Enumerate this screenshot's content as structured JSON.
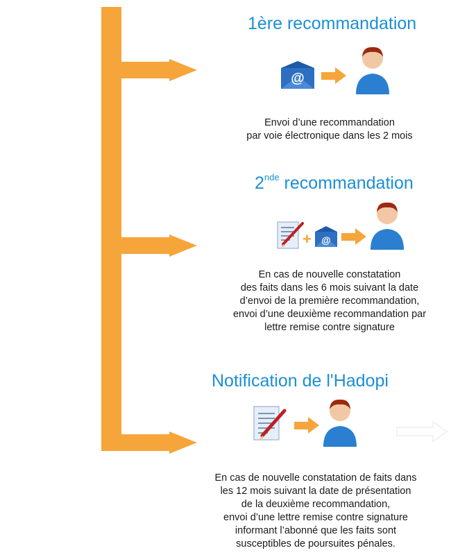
{
  "colors": {
    "timeline": "#f6a53a",
    "title": "#1a8fd6",
    "text": "#1a1a1a",
    "envelope": "#2d6fc0",
    "person_body": "#2a7fd0",
    "person_head": "#f2c8a4",
    "person_hair": "#9a2a10"
  },
  "steps": [
    {
      "title": "1ère recommandation",
      "icons": [
        "email-envelope-icon",
        "arrow-right-icon",
        "person-icon"
      ],
      "description": [
        "Envoi d’une recommandation",
        "par voie électronique dans les 2 mois"
      ]
    },
    {
      "title_prefix": "2",
      "title_sup": "nde",
      "title_suffix": " recommandation",
      "icons": [
        "document-pen-icon",
        "plus-icon",
        "email-envelope-icon",
        "arrow-right-icon",
        "person-icon"
      ],
      "plus_symbol": "+",
      "description": [
        "En cas de nouvelle constatation",
        "des faits dans les 6 mois suivant la date",
        "d’envoi de la première recommandation,",
        "envoi d’une deuxième recommandation par",
        "lettre remise contre signature"
      ]
    },
    {
      "title": "Notification de l'Hadopi",
      "icons": [
        "document-pen-icon",
        "arrow-right-icon",
        "person-icon"
      ],
      "description": [
        "En cas de nouvelle constatation de faits dans",
        "les 12 mois suivant la date de présentation",
        "de la deuxième recommandation,",
        "envoi d’une lettre remise contre signature",
        "informant l’abonné que les faits sont",
        "susceptibles de poursuites pénales."
      ]
    }
  ]
}
